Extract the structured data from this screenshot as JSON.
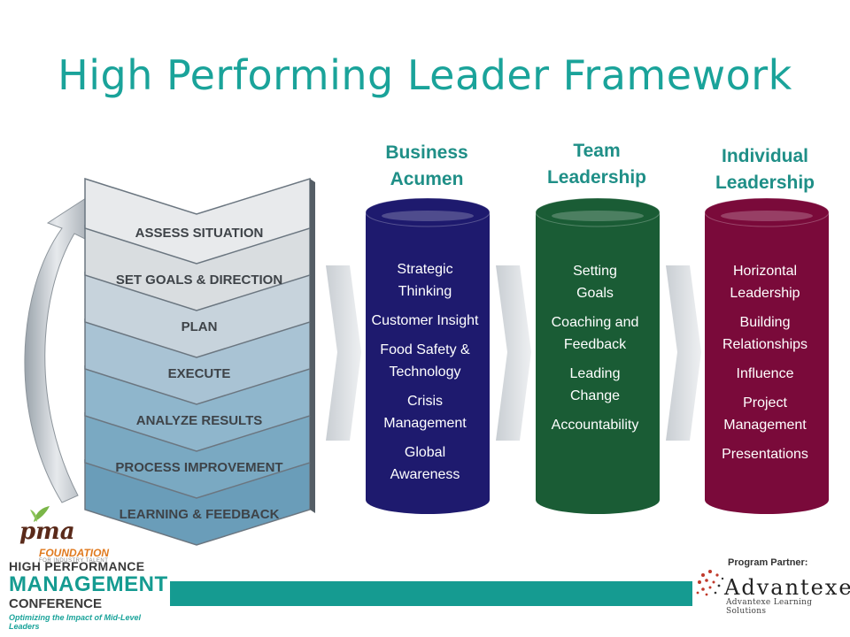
{
  "title": "High Performing Leader Framework",
  "process_steps": [
    "ASSESS SITUATION",
    "SET GOALS & DIRECTION",
    "PLAN",
    "EXECUTE",
    "ANALYZE RESULTS",
    "PROCESS IMPROVEMENT",
    "LEARNING & FEEDBACK"
  ],
  "columns": [
    {
      "heading": [
        "Business",
        "Acumen"
      ],
      "color": "#1e1a6e",
      "items": [
        [
          "Strategic",
          "Thinking"
        ],
        [
          "Customer Insight"
        ],
        [
          "Food Safety &",
          "Technology"
        ],
        [
          "Crisis",
          "Management"
        ],
        [
          "Global",
          "Awareness"
        ]
      ]
    },
    {
      "heading": [
        "Team",
        "Leadership"
      ],
      "color": "#1a5c35",
      "items": [
        [
          "Setting",
          "Goals"
        ],
        [
          "Coaching and",
          "Feedback"
        ],
        [
          "Leading",
          "Change"
        ],
        [
          "Accountability"
        ]
      ]
    },
    {
      "heading": [
        "Individual",
        "Leadership"
      ],
      "color": "#7a0a3a",
      "items": [
        [
          "Horizontal",
          "Leadership"
        ],
        [
          "Building",
          "Relationships"
        ],
        [
          "Influence"
        ],
        [
          "Project",
          "Management"
        ],
        [
          "Presentations"
        ]
      ]
    }
  ],
  "logo_left": {
    "brand": "pma",
    "foundation": "FOUNDATION",
    "foundation_sub": "FOR INDUSTRY TALENT",
    "conf_line1": "HIGH PERFORMANCE",
    "conf_line2": "MANAGEMENT",
    "conf_line3": "CONFERENCE",
    "tagline": "Optimizing the Impact of Mid-Level Leaders"
  },
  "partner": {
    "label": "Program Partner:",
    "name": "Advantexe",
    "sub": "Advantexe Learning Solutions"
  },
  "colors": {
    "title": "#1aa39a",
    "heading": "#1f8f87",
    "band": "#159b91"
  }
}
